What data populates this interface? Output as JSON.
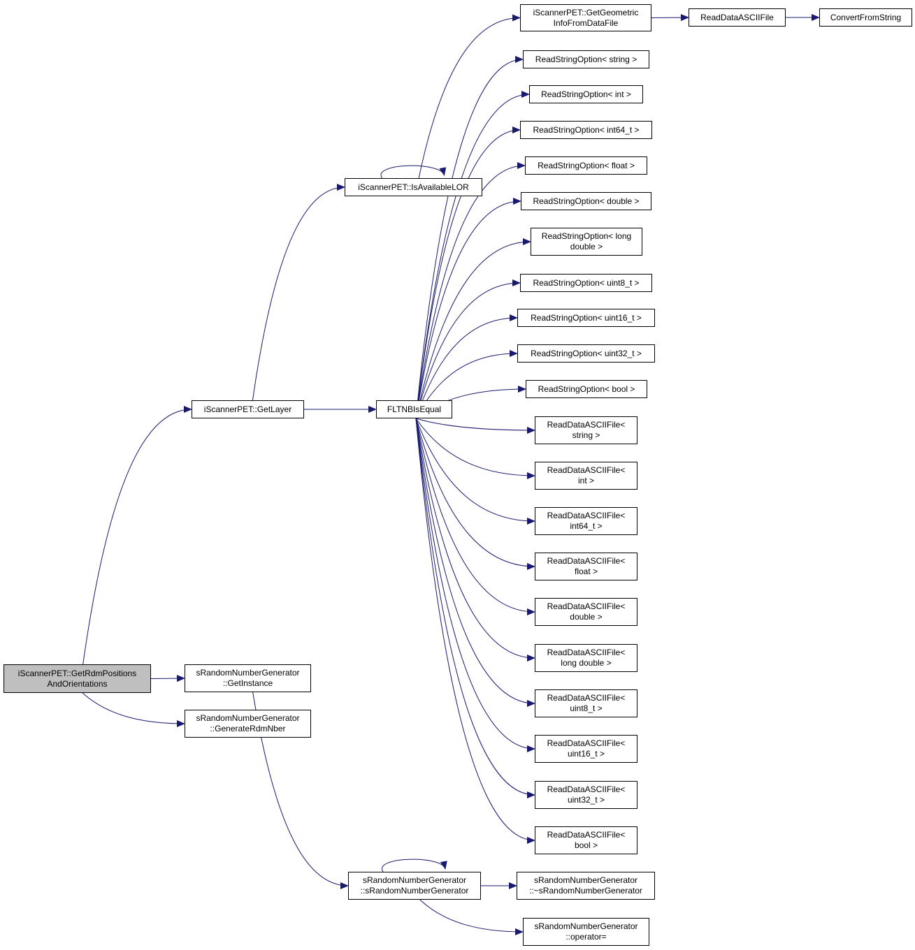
{
  "colors": {
    "edge": "#191970",
    "node_border": "#000000",
    "node_fill": "#ffffff",
    "root_fill": "#bfbfbf"
  },
  "nodes": {
    "root": {
      "lines": [
        "iScannerPET::GetRdmPositions",
        "AndOrientations"
      ]
    },
    "get_layer": {
      "lines": [
        "iScannerPET::GetLayer"
      ]
    },
    "is_available_lor": {
      "lines": [
        "iScannerPET::IsAvailableLOR"
      ]
    },
    "get_geometric_info": {
      "lines": [
        "iScannerPET::GetGeometric",
        "InfoFromDataFile"
      ]
    },
    "read_data_ascii_file": {
      "lines": [
        "ReadDataASCIIFile"
      ]
    },
    "convert_from_string": {
      "lines": [
        "ConvertFromString"
      ]
    },
    "fltnb_is_equal": {
      "lines": [
        "FLTNBIsEqual"
      ]
    },
    "rso_string": {
      "lines": [
        "ReadStringOption< string >"
      ]
    },
    "rso_int": {
      "lines": [
        "ReadStringOption< int >"
      ]
    },
    "rso_int64": {
      "lines": [
        "ReadStringOption< int64_t >"
      ]
    },
    "rso_float": {
      "lines": [
        "ReadStringOption< float >"
      ]
    },
    "rso_double": {
      "lines": [
        "ReadStringOption< double >"
      ]
    },
    "rso_long_double": {
      "lines": [
        "ReadStringOption< long",
        "double >"
      ]
    },
    "rso_uint8": {
      "lines": [
        "ReadStringOption< uint8_t >"
      ]
    },
    "rso_uint16": {
      "lines": [
        "ReadStringOption< uint16_t >"
      ]
    },
    "rso_uint32": {
      "lines": [
        "ReadStringOption< uint32_t >"
      ]
    },
    "rso_bool": {
      "lines": [
        "ReadStringOption< bool >"
      ]
    },
    "rdaf_string": {
      "lines": [
        "ReadDataASCIIFile<",
        "string >"
      ]
    },
    "rdaf_int": {
      "lines": [
        "ReadDataASCIIFile<",
        "int >"
      ]
    },
    "rdaf_int64": {
      "lines": [
        "ReadDataASCIIFile<",
        "int64_t >"
      ]
    },
    "rdaf_float": {
      "lines": [
        "ReadDataASCIIFile<",
        "float >"
      ]
    },
    "rdaf_double": {
      "lines": [
        "ReadDataASCIIFile<",
        "double >"
      ]
    },
    "rdaf_long_double": {
      "lines": [
        "ReadDataASCIIFile<",
        "long double >"
      ]
    },
    "rdaf_uint8": {
      "lines": [
        "ReadDataASCIIFile<",
        "uint8_t >"
      ]
    },
    "rdaf_uint16": {
      "lines": [
        "ReadDataASCIIFile<",
        "uint16_t >"
      ]
    },
    "rdaf_uint32": {
      "lines": [
        "ReadDataASCIIFile<",
        "uint32_t >"
      ]
    },
    "rdaf_bool": {
      "lines": [
        "ReadDataASCIIFile<",
        "bool >"
      ]
    },
    "rng_get_instance": {
      "lines": [
        "sRandomNumberGenerator",
        "::GetInstance"
      ]
    },
    "rng_generate": {
      "lines": [
        "sRandomNumberGenerator",
        "::GenerateRdmNber"
      ]
    },
    "rng_ctor": {
      "lines": [
        "sRandomNumberGenerator",
        "::sRandomNumberGenerator"
      ]
    },
    "rng_dtor": {
      "lines": [
        "sRandomNumberGenerator",
        "::~sRandomNumberGenerator"
      ]
    },
    "rng_assign": {
      "lines": [
        "sRandomNumberGenerator",
        "::operator="
      ]
    }
  },
  "edges": [
    [
      "root",
      "get_layer"
    ],
    [
      "root",
      "rng_get_instance"
    ],
    [
      "root",
      "rng_generate"
    ],
    [
      "get_layer",
      "is_available_lor"
    ],
    [
      "get_layer",
      "fltnb_is_equal"
    ],
    [
      "is_available_lor",
      "is_available_lor"
    ],
    [
      "is_available_lor",
      "get_geometric_info"
    ],
    [
      "get_geometric_info",
      "read_data_ascii_file"
    ],
    [
      "read_data_ascii_file",
      "convert_from_string"
    ],
    [
      "fltnb_is_equal",
      "rso_string"
    ],
    [
      "fltnb_is_equal",
      "rso_int"
    ],
    [
      "fltnb_is_equal",
      "rso_int64"
    ],
    [
      "fltnb_is_equal",
      "rso_float"
    ],
    [
      "fltnb_is_equal",
      "rso_double"
    ],
    [
      "fltnb_is_equal",
      "rso_long_double"
    ],
    [
      "fltnb_is_equal",
      "rso_uint8"
    ],
    [
      "fltnb_is_equal",
      "rso_uint16"
    ],
    [
      "fltnb_is_equal",
      "rso_uint32"
    ],
    [
      "fltnb_is_equal",
      "rso_bool"
    ],
    [
      "fltnb_is_equal",
      "rdaf_string"
    ],
    [
      "fltnb_is_equal",
      "rdaf_int"
    ],
    [
      "fltnb_is_equal",
      "rdaf_int64"
    ],
    [
      "fltnb_is_equal",
      "rdaf_float"
    ],
    [
      "fltnb_is_equal",
      "rdaf_double"
    ],
    [
      "fltnb_is_equal",
      "rdaf_long_double"
    ],
    [
      "fltnb_is_equal",
      "rdaf_uint8"
    ],
    [
      "fltnb_is_equal",
      "rdaf_uint16"
    ],
    [
      "fltnb_is_equal",
      "rdaf_uint32"
    ],
    [
      "fltnb_is_equal",
      "rdaf_bool"
    ],
    [
      "rng_get_instance",
      "rng_ctor"
    ],
    [
      "rng_ctor",
      "rng_ctor"
    ],
    [
      "rng_ctor",
      "rng_dtor"
    ],
    [
      "rng_ctor",
      "rng_assign"
    ]
  ]
}
